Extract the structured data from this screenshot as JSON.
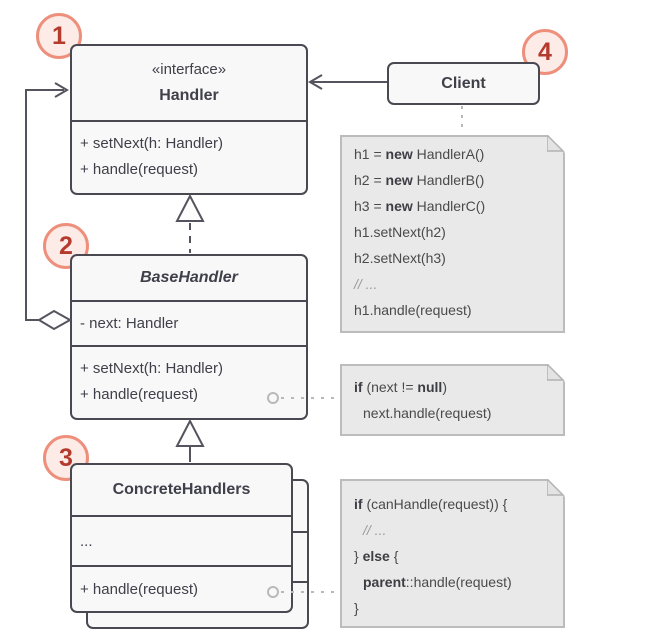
{
  "colors": {
    "box_border": "#4a4851",
    "box_fill": "#f8f8f8",
    "line": "#55545e",
    "note_fill": "#e9e9e9",
    "note_border": "#bcbcbc",
    "note_link": "#b9b9b9",
    "badge_fill": "#fcebe6",
    "badge_border": "#ee8f7c",
    "badge_text": "#b53a2e",
    "text": "#40404a",
    "comment": "#9a9a9a"
  },
  "badges": {
    "handler": "1",
    "base_handler": "2",
    "concrete_handlers": "3",
    "client": "4"
  },
  "classes": {
    "handler": {
      "stereotype": "«interface»",
      "name": "Handler",
      "methods": [
        "+ setNext(h: Handler)",
        "+ handle(request)"
      ]
    },
    "client": {
      "name": "Client"
    },
    "base_handler": {
      "name": "BaseHandler",
      "attributes": [
        "- next: Handler"
      ],
      "methods": [
        "+ setNext(h: Handler)",
        "+ handle(request)"
      ]
    },
    "concrete_handlers": {
      "name": "ConcreteHandlers",
      "attributes": [
        "..."
      ],
      "methods": [
        "+ handle(request)"
      ]
    }
  },
  "notes": {
    "client_code": {
      "lines": [
        [
          {
            "t": "h1 = "
          },
          {
            "t": "new"
          },
          {
            "t": " HandlerA()"
          }
        ],
        [
          {
            "t": "h2 = "
          },
          {
            "t": "new"
          },
          {
            "t": " HandlerB()"
          }
        ],
        [
          {
            "t": "h3 = "
          },
          {
            "t": "new"
          },
          {
            "t": " HandlerC()"
          }
        ],
        [
          {
            "t": "h1.setNext(h2)"
          }
        ],
        [
          {
            "t": "h2.setNext(h3)"
          }
        ],
        [
          {
            "t": "// ..."
          }
        ],
        [
          {
            "t": "h1.handle(request)"
          }
        ]
      ]
    },
    "next_check": {
      "lines": [
        [
          {
            "t": "if"
          },
          {
            "t": " (next != "
          },
          {
            "t": "null"
          },
          {
            "t": ")"
          }
        ],
        [
          {
            "t": "next.handle(request)"
          }
        ]
      ]
    },
    "can_handle": {
      "lines": [
        [
          {
            "t": "if"
          },
          {
            "t": " (canHandle(request)) {"
          }
        ],
        [
          {
            "t": "// ..."
          }
        ],
        [
          {
            "t": "} "
          },
          {
            "t": "else"
          },
          {
            "t": " {"
          }
        ],
        [
          {
            "t": "parent"
          },
          {
            "t": "::handle(request)"
          }
        ],
        [
          {
            "t": "}"
          }
        ]
      ]
    }
  }
}
